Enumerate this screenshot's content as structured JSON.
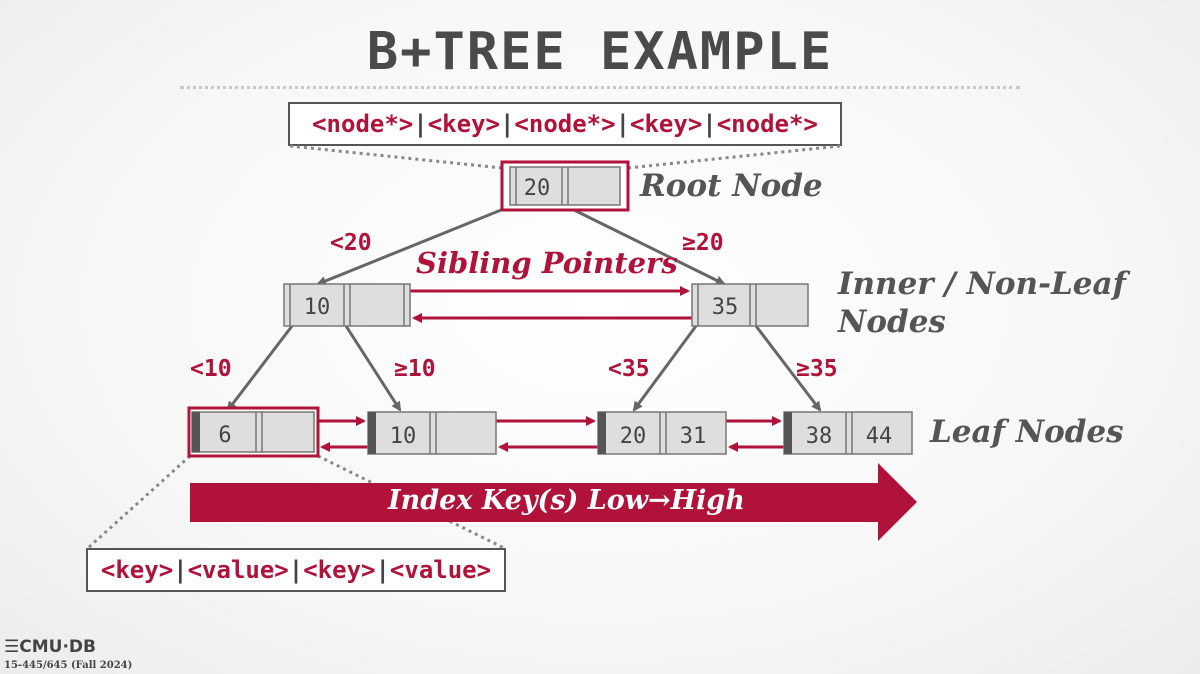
{
  "slide": {
    "title": "B+TREE EXAMPLE",
    "inner_format": [
      "<node*>",
      "|",
      "<key>",
      "|",
      "<node*>",
      "|",
      "<key>",
      "|",
      "<node*>"
    ],
    "leaf_format": [
      "<key>",
      "|",
      "<value>",
      "|",
      "<key>",
      "|",
      "<value>"
    ],
    "labels": {
      "root": "Root Node",
      "inner_line1": "Inner / Non-Leaf",
      "inner_line2": "Nodes",
      "leaf": "Leaf Nodes",
      "sibling": "Sibling Pointers",
      "direction": "Index Key(s) Low→High"
    },
    "edge_labels": {
      "root_left": "<20",
      "root_right": "≥20",
      "left_left": "<10",
      "left_right": "≥10",
      "right_left": "<35",
      "right_right": "≥35"
    },
    "nodes": {
      "root": [
        "20"
      ],
      "inner_left": [
        "10"
      ],
      "inner_right": [
        "35"
      ],
      "leaf_1": [
        "6"
      ],
      "leaf_2": [
        "10"
      ],
      "leaf_3": [
        "20",
        "31"
      ],
      "leaf_4": [
        "38",
        "44"
      ]
    },
    "footer": {
      "logo": "CMU·DB",
      "course": "15-445/645 (Fall 2024)"
    },
    "colors": {
      "accent": "#b0123a",
      "node_fill": "#dedede",
      "node_stroke": "#777777",
      "edge": "#666666"
    }
  }
}
